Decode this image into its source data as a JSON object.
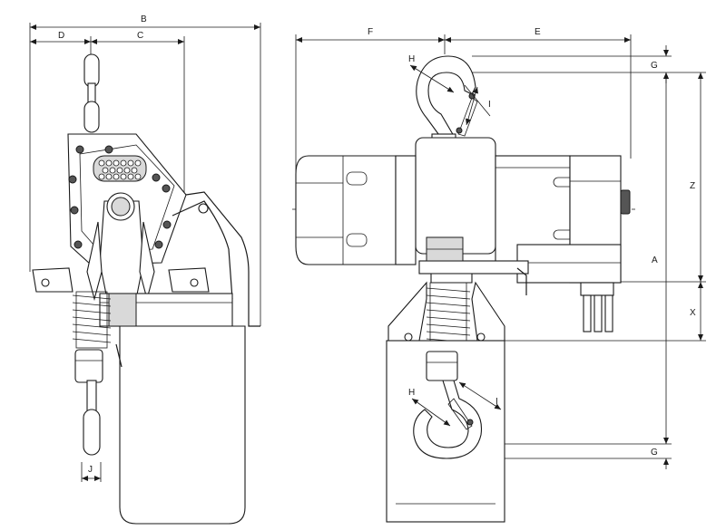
{
  "labels": {
    "b": "B",
    "c": "C",
    "d": "D",
    "j": "J",
    "e": "E",
    "f": "F",
    "g_top": "G",
    "g_bottom": "G",
    "h_top": "H",
    "i_top": "I",
    "h_bottom": "H",
    "i_bottom": "I",
    "z": "Z",
    "x": "X",
    "a": "A"
  },
  "colors": {
    "line": "#1a1a1a",
    "background": "#ffffff",
    "shade": "#d9d9d9",
    "dark": "#555555"
  }
}
